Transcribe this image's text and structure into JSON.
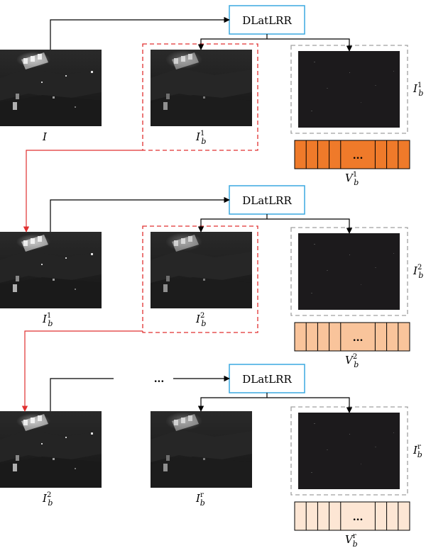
{
  "module": {
    "label": "DLatLRR"
  },
  "dots": "...",
  "vector_dots": "...",
  "stages": [
    {
      "input": {
        "base": "I",
        "sup": "",
        "sub": ""
      },
      "low_rank": {
        "base": "I",
        "sup": "1",
        "sub": "b"
      },
      "salient": {
        "base": "I",
        "sup": "1",
        "sub": "b"
      },
      "vector": {
        "base": "V",
        "sup": "1",
        "sub": "b"
      },
      "vector_color": "#ef7a2a",
      "has_dots": false
    },
    {
      "input": {
        "base": "I",
        "sup": "1",
        "sub": "b"
      },
      "low_rank": {
        "base": "I",
        "sup": "2",
        "sub": "b"
      },
      "salient": {
        "base": "I",
        "sup": "2",
        "sub": "b"
      },
      "vector": {
        "base": "V",
        "sup": "2",
        "sub": "b"
      },
      "vector_color": "#f9c49b",
      "has_dots": false
    },
    {
      "input": {
        "base": "I",
        "sup": "2",
        "sub": "b"
      },
      "low_rank": {
        "base": "I",
        "sup": "r",
        "sub": "b"
      },
      "salient": {
        "base": "I",
        "sup": "r",
        "sub": "b"
      },
      "vector": {
        "base": "V",
        "sup": "r",
        "sub": "b"
      },
      "vector_color": "#fde6d4",
      "has_dots": true
    }
  ],
  "colors": {
    "module_border": "#3aa9e0",
    "dashed_red": "#e03030",
    "dashed_gray": "#a0a0a0",
    "flow_red": "#e03030",
    "flow_black": "#000000",
    "image_dark": "#1c1a1c"
  }
}
